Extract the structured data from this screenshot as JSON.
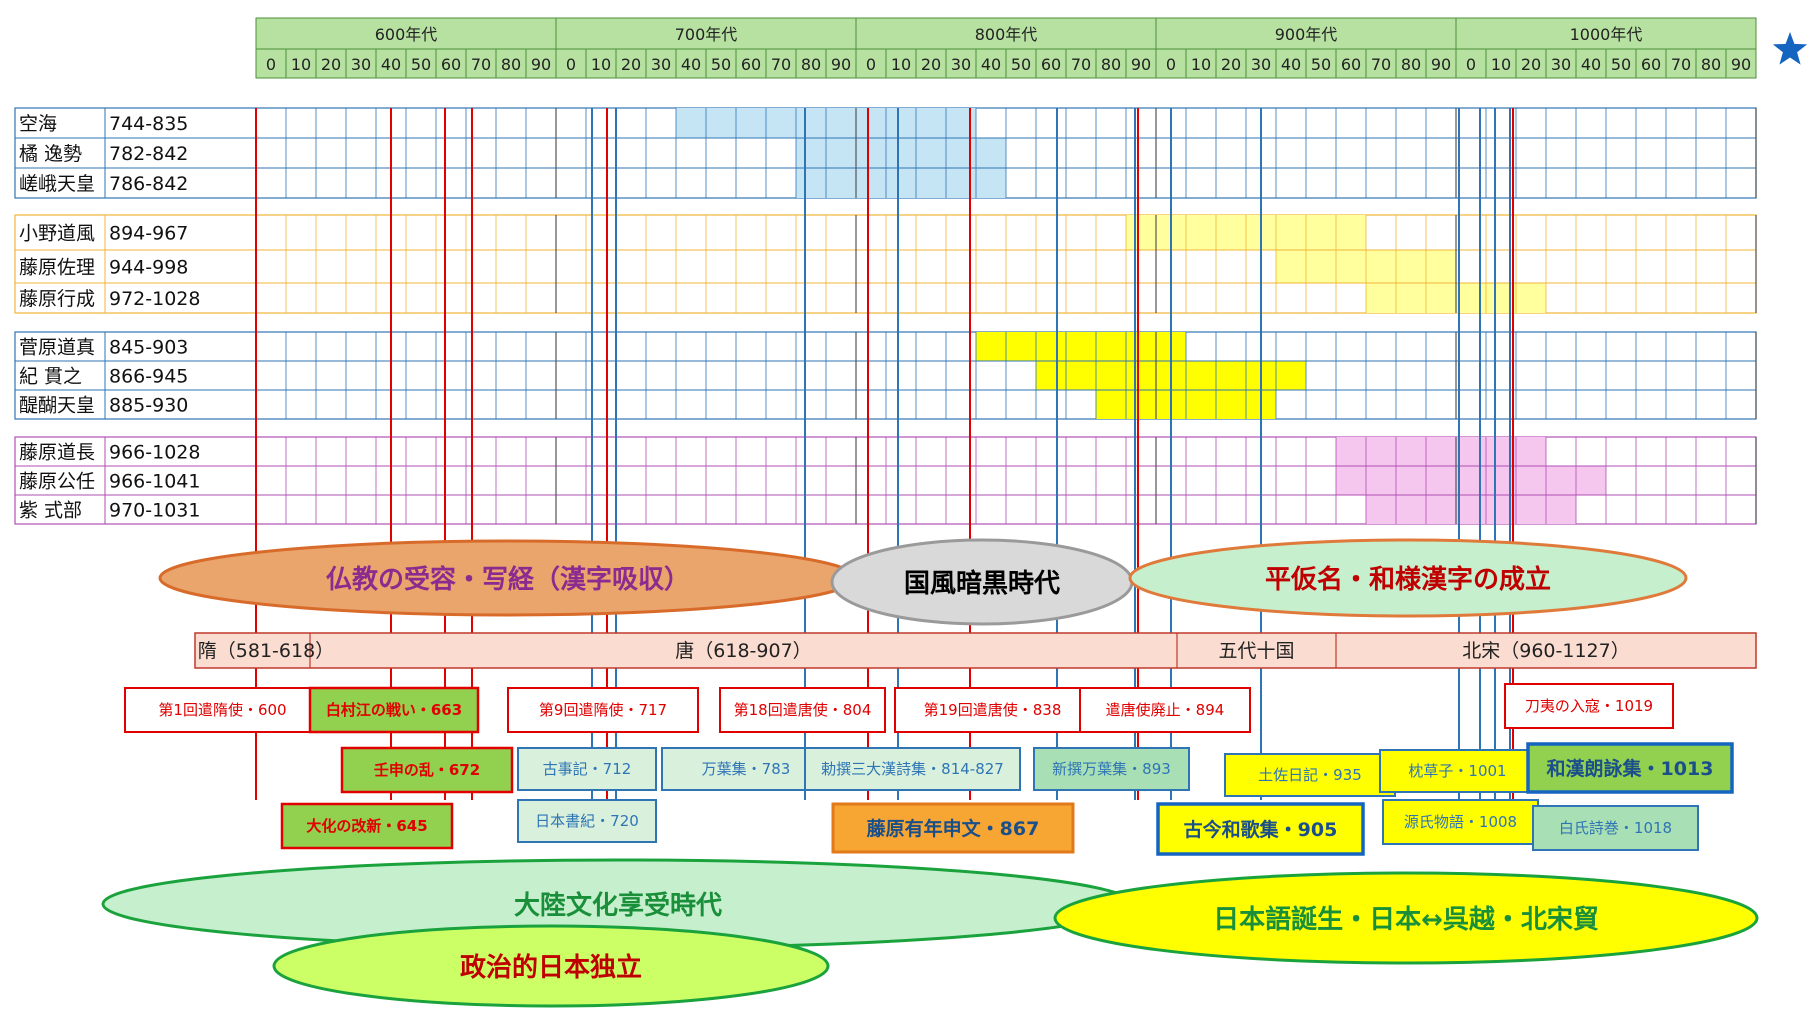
{
  "header": {
    "centuries": [
      "600年代",
      "700年代",
      "800年代",
      "900年代",
      "1000年代"
    ],
    "decades": [
      "0",
      "10",
      "20",
      "30",
      "40",
      "50",
      "60",
      "70",
      "80",
      "90"
    ],
    "colors": {
      "bg": "#b7e1a1",
      "border": "#4e8f3a",
      "red_line": "#e00000",
      "blue_line": "#2f75b5"
    },
    "star_color": "#1565c0"
  },
  "groups": [
    {
      "border_color": "#2f75b5",
      "fill_color": "#c5e5f5",
      "rows": [
        {
          "name": "空海",
          "years": "744-835",
          "start": 744,
          "end": 835
        },
        {
          "name": "橘 逸勢",
          "years": "782-842",
          "start": 782,
          "end": 842
        },
        {
          "name": "嵯峨天皇",
          "years": "786-842",
          "start": 786,
          "end": 842
        }
      ]
    },
    {
      "border_color": "#f2b437",
      "fill_color": "#ffff9e",
      "rows": [
        {
          "name": "小野道風",
          "years": "894-967",
          "start": 894,
          "end": 967
        },
        {
          "name": "藤原佐理",
          "years": "944-998",
          "start": 944,
          "end": 998
        },
        {
          "name": "藤原行成",
          "years": "972-1028",
          "start": 972,
          "end": 1028
        }
      ]
    },
    {
      "border_color": "#2f75b5",
      "fill_color": "#ffff00",
      "rows": [
        {
          "name": "菅原道真",
          "years": "845-903",
          "start": 845,
          "end": 903
        },
        {
          "name": "紀 貫之",
          "years": "866-945",
          "start": 866,
          "end": 945
        },
        {
          "name": "醍醐天皇",
          "years": "885-930",
          "start": 885,
          "end": 930
        }
      ]
    },
    {
      "border_color": "#b04fb3",
      "fill_color": "#f5c6ee",
      "rows": [
        {
          "name": "藤原道長",
          "years": "966-1028",
          "start": 966,
          "end": 1028
        },
        {
          "name": "藤原公任",
          "years": "966-1041",
          "start": 966,
          "end": 1041
        },
        {
          "name": "紫 式部",
          "years": "970-1031",
          "start": 970,
          "end": 1031
        }
      ]
    }
  ],
  "lines": [
    {
      "year": 600,
      "color": "red"
    },
    {
      "year": 645,
      "color": "red"
    },
    {
      "year": 663,
      "color": "red"
    },
    {
      "year": 672,
      "color": "red"
    },
    {
      "year": 712,
      "color": "blue"
    },
    {
      "year": 717,
      "color": "red"
    },
    {
      "year": 720,
      "color": "blue"
    },
    {
      "year": 783,
      "color": "blue"
    },
    {
      "year": 804,
      "color": "red"
    },
    {
      "year": 814,
      "color": "blue"
    },
    {
      "year": 838,
      "color": "red"
    },
    {
      "year": 867,
      "color": "blue"
    },
    {
      "year": 893,
      "color": "blue"
    },
    {
      "year": 894,
      "color": "red"
    },
    {
      "year": 905,
      "color": "blue"
    },
    {
      "year": 935,
      "color": "blue"
    },
    {
      "year": 1001,
      "color": "blue"
    },
    {
      "year": 1008,
      "color": "blue"
    },
    {
      "year": 1013,
      "color": "blue"
    },
    {
      "year": 1018,
      "color": "blue"
    },
    {
      "year": 1019,
      "color": "red"
    }
  ],
  "eras": [
    {
      "label": "隋（581-618）",
      "end_year": 618
    },
    {
      "label": "唐（618-907）",
      "end_year": 907
    },
    {
      "label": "五代十国",
      "end_year": 960
    },
    {
      "label": "北宋（960-1127）",
      "end_year": 1100
    }
  ],
  "era_colors": {
    "fill": "#fbdcd0",
    "border": "#c0392b"
  },
  "ovals": [
    {
      "id": "buddhism",
      "label": "仏教の受容・写経（漢字吸収）",
      "fill": "#e9a56c",
      "stroke": "#d96b2a",
      "text_color": "#8b2a8f"
    },
    {
      "id": "dark-age",
      "label": "国風暗黒時代",
      "fill": "#d9d9d9",
      "stroke": "#9a9a9a",
      "text_color": "#000000"
    },
    {
      "id": "kana",
      "label": "平仮名・和様漢字の成立",
      "fill": "#c6efce",
      "stroke": "#e07a3a",
      "text_color": "#c00000"
    },
    {
      "id": "continental",
      "label": "大陸文化享受時代",
      "fill": "#c6efce",
      "stroke": "#1aa33c",
      "text_color": "#1a8f3a"
    },
    {
      "id": "political",
      "label": "政治的日本独立",
      "fill": "#ccff66",
      "stroke": "#1aa33c",
      "text_color": "#c00000"
    },
    {
      "id": "japanese-birth",
      "label": "日本語誕生・日本↔呉越・北宋貿",
      "fill": "#ffff00",
      "stroke": "#1aa33c",
      "text_color": "#1a8f3a"
    }
  ],
  "events": [
    {
      "label": "第1回遣隋使・600",
      "style": "red"
    },
    {
      "label": "白村江の戦い・663",
      "style": "red-green"
    },
    {
      "label": "第9回遣隋使・717",
      "style": "red"
    },
    {
      "label": "第18回遣唐使・804",
      "style": "red"
    },
    {
      "label": "第19回遣唐使・838",
      "style": "red"
    },
    {
      "label": "遣唐使廃止・894",
      "style": "red"
    },
    {
      "label": "刀夷の入寇・1019",
      "style": "red"
    },
    {
      "label": "壬申の乱・672",
      "style": "red-green"
    },
    {
      "label": "古事記・712",
      "style": "blue-lightgreen"
    },
    {
      "label": "万葉集・783",
      "style": "blue-lightgreen"
    },
    {
      "label": "勅撰三大漢詩集・814-827",
      "style": "blue-lightgreen"
    },
    {
      "label": "新撰万葉集・893",
      "style": "blue-green"
    },
    {
      "label": "土佐日記・935",
      "style": "blue-yellow"
    },
    {
      "label": "枕草子・1001",
      "style": "blue-yellow"
    },
    {
      "label": "和漢朗詠集・1013",
      "style": "blue-green-bold"
    },
    {
      "label": "大化の改新・645",
      "style": "red-green"
    },
    {
      "label": "日本書紀・720",
      "style": "blue-lightgreen"
    },
    {
      "label": "藤原有年申文・867",
      "style": "orange-bold"
    },
    {
      "label": "古今和歌集・905",
      "style": "blue-yellow-bold"
    },
    {
      "label": "源氏物語・1008",
      "style": "blue-yellow"
    },
    {
      "label": "白氏詩巻・1018",
      "style": "blue-green"
    }
  ]
}
